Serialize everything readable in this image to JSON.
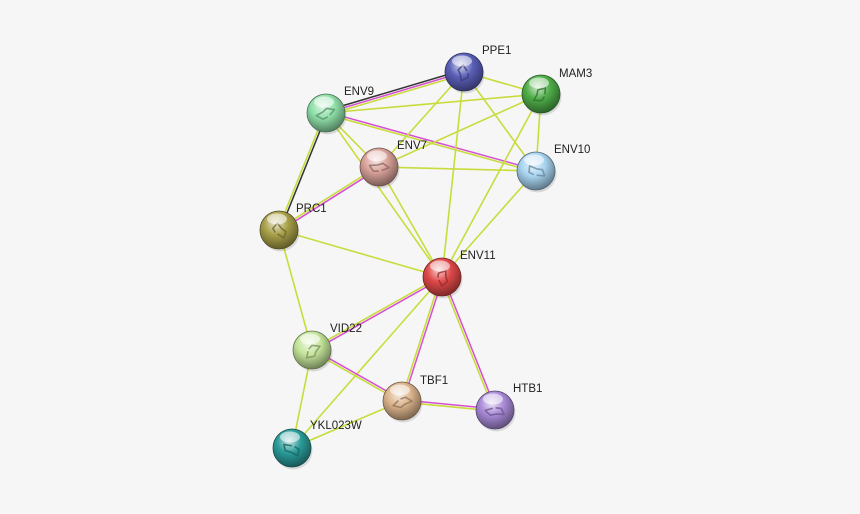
{
  "diagram": {
    "type": "protein-interaction-network",
    "nodes": [
      {
        "id": "PPE1",
        "label": "PPE1",
        "color": "#5a5fb8"
      },
      {
        "id": "MAM3",
        "label": "MAM3",
        "color": "#4fae48"
      },
      {
        "id": "ENV9",
        "label": "ENV9",
        "color": "#8fe0a8"
      },
      {
        "id": "ENV7",
        "label": "ENV7",
        "color": "#d9a29a"
      },
      {
        "id": "ENV10",
        "label": "ENV10",
        "color": "#a8d4f0"
      },
      {
        "id": "PRC1",
        "label": "PRC1",
        "color": "#a8a048"
      },
      {
        "id": "ENV11",
        "label": "ENV11",
        "color": "#e04848"
      },
      {
        "id": "VID22",
        "label": "VID22",
        "color": "#c4e49a"
      },
      {
        "id": "TBF1",
        "label": "TBF1",
        "color": "#dcb48c"
      },
      {
        "id": "HTB1",
        "label": "HTB1",
        "color": "#a98ad8"
      },
      {
        "id": "YKL023W",
        "label": "YKL023W",
        "color": "#2a9c9a"
      }
    ],
    "edges": [
      {
        "a": "ENV9",
        "b": "PPE1",
        "kinds": [
          "black",
          "magenta",
          "yellow"
        ]
      },
      {
        "a": "ENV9",
        "b": "MAM3",
        "kinds": [
          "yellow"
        ]
      },
      {
        "a": "ENV9",
        "b": "ENV7",
        "kinds": [
          "yellow"
        ]
      },
      {
        "a": "ENV9",
        "b": "ENV10",
        "kinds": [
          "magenta",
          "yellow"
        ]
      },
      {
        "a": "ENV9",
        "b": "PRC1",
        "kinds": [
          "black",
          "yellow"
        ]
      },
      {
        "a": "ENV9",
        "b": "ENV11",
        "kinds": [
          "yellow"
        ]
      },
      {
        "a": "PPE1",
        "b": "MAM3",
        "kinds": [
          "yellow"
        ]
      },
      {
        "a": "PPE1",
        "b": "ENV7",
        "kinds": [
          "yellow"
        ]
      },
      {
        "a": "PPE1",
        "b": "ENV10",
        "kinds": [
          "yellow"
        ]
      },
      {
        "a": "PPE1",
        "b": "ENV11",
        "kinds": [
          "yellow"
        ]
      },
      {
        "a": "MAM3",
        "b": "ENV7",
        "kinds": [
          "yellow"
        ]
      },
      {
        "a": "MAM3",
        "b": "ENV10",
        "kinds": [
          "yellow"
        ]
      },
      {
        "a": "MAM3",
        "b": "ENV11",
        "kinds": [
          "yellow"
        ]
      },
      {
        "a": "ENV7",
        "b": "ENV10",
        "kinds": [
          "yellow"
        ]
      },
      {
        "a": "ENV7",
        "b": "PRC1",
        "kinds": [
          "magenta",
          "yellow"
        ]
      },
      {
        "a": "ENV7",
        "b": "ENV11",
        "kinds": [
          "yellow"
        ]
      },
      {
        "a": "ENV10",
        "b": "ENV11",
        "kinds": [
          "yellow"
        ]
      },
      {
        "a": "PRC1",
        "b": "ENV11",
        "kinds": [
          "yellow"
        ]
      },
      {
        "a": "PRC1",
        "b": "VID22",
        "kinds": [
          "yellow"
        ]
      },
      {
        "a": "ENV11",
        "b": "VID22",
        "kinds": [
          "magenta",
          "yellow"
        ]
      },
      {
        "a": "ENV11",
        "b": "TBF1",
        "kinds": [
          "magenta",
          "yellow"
        ]
      },
      {
        "a": "ENV11",
        "b": "HTB1",
        "kinds": [
          "magenta",
          "yellow"
        ]
      },
      {
        "a": "ENV11",
        "b": "YKL023W",
        "kinds": [
          "yellow"
        ]
      },
      {
        "a": "VID22",
        "b": "TBF1",
        "kinds": [
          "magenta",
          "yellow"
        ]
      },
      {
        "a": "VID22",
        "b": "YKL023W",
        "kinds": [
          "yellow"
        ]
      },
      {
        "a": "TBF1",
        "b": "HTB1",
        "kinds": [
          "magenta",
          "yellow"
        ]
      },
      {
        "a": "TBF1",
        "b": "YKL023W",
        "kinds": [
          "yellow"
        ]
      }
    ],
    "edge_colors": {
      "black": "#333333",
      "magenta": "#d64fd0",
      "yellow": "#c8dc3c"
    }
  }
}
